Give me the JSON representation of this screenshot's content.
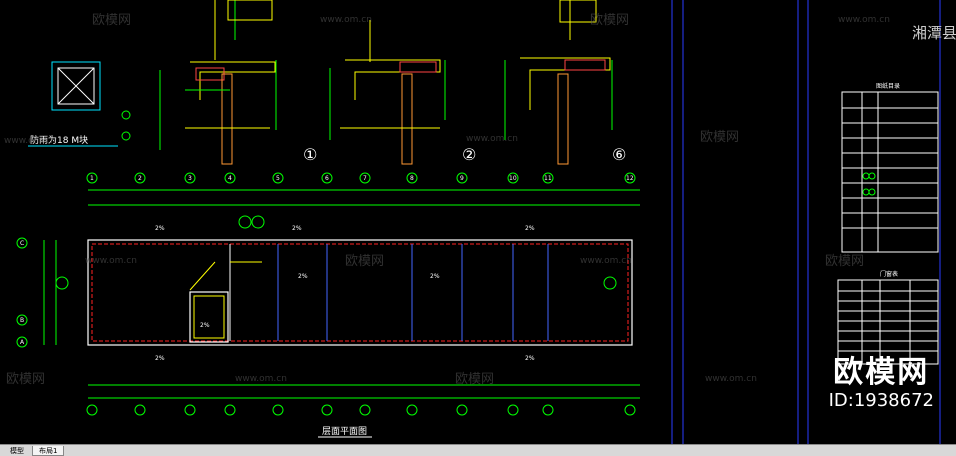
{
  "watermark": {
    "site": "www.om.cn",
    "cn": "欧模网"
  },
  "brand": {
    "logo": "欧模网",
    "id": "ID:1938672"
  },
  "drawing": {
    "top_left_label": "防雨为18 M块",
    "detail_marks": [
      "①",
      "②",
      "⑥"
    ],
    "plan_title": "层面平面图",
    "right_title": "湘潭县",
    "table_header": "门窗表",
    "notes_header": "图纸目录",
    "axis_numbers": [
      "1",
      "2",
      "3",
      "4",
      "5",
      "6",
      "7",
      "8",
      "9",
      "10",
      "11",
      "12"
    ],
    "axis_letters": [
      "C",
      "B",
      "A"
    ],
    "slope_labels": [
      "2%",
      "2%",
      "2%",
      "2%",
      "2%",
      "2%",
      "2%",
      "2%"
    ]
  },
  "tabs": [
    {
      "label": "模型",
      "active": false
    },
    {
      "label": "布局1",
      "active": true
    }
  ]
}
